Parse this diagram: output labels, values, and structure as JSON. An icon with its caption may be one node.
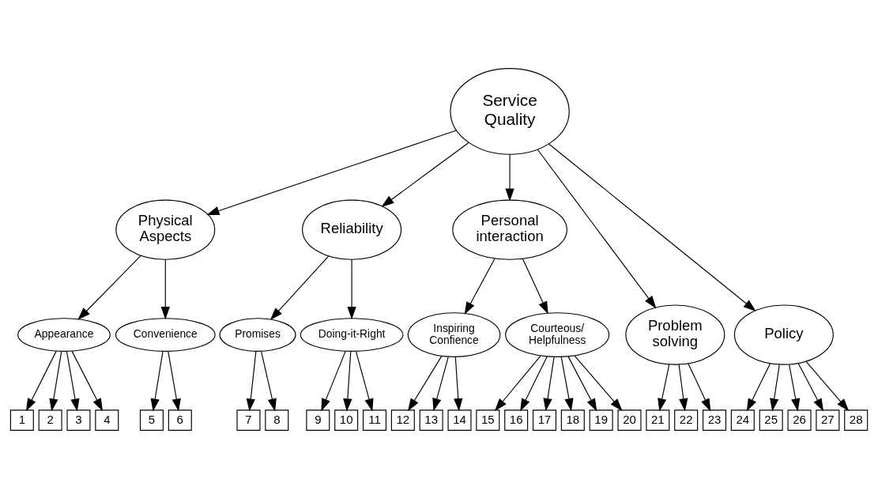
{
  "diagram": {
    "nodes": [
      {
        "text": [
          "Service Quality"
        ]
      },
      {
        "text": [
          "Physical Aspects"
        ]
      },
      {
        "text": [
          "Reliability"
        ]
      },
      {
        "text": [
          "Personal interaction"
        ]
      },
      {
        "text": [
          "Problem solving"
        ]
      },
      {
        "text": [
          "Policy"
        ]
      },
      {
        "text": [
          "Appearance"
        ]
      },
      {
        "text": [
          "Convenience"
        ]
      },
      {
        "text": [
          "Promises"
        ]
      },
      {
        "text": [
          "Doing-it-Right"
        ]
      },
      {
        "text": [
          "Inspiring Confience"
        ]
      },
      {
        "text": [
          "Courteous/ Helpfulness"
        ]
      },
      {
        "text": [
          "1"
        ]
      },
      {
        "text": [
          "2"
        ]
      },
      {
        "text": [
          "3"
        ]
      },
      {
        "text": [
          "4"
        ]
      },
      {
        "text": [
          "5"
        ]
      },
      {
        "text": [
          "6"
        ]
      },
      {
        "text": [
          "7"
        ]
      },
      {
        "text": [
          "8"
        ]
      },
      {
        "text": [
          "9"
        ]
      },
      {
        "text": [
          "10"
        ]
      },
      {
        "text": [
          "11"
        ]
      },
      {
        "text": [
          "12"
        ]
      },
      {
        "text": [
          "13"
        ]
      },
      {
        "text": [
          "14"
        ]
      },
      {
        "text": [
          "15"
        ]
      },
      {
        "text": [
          "16"
        ]
      },
      {
        "text": [
          "17"
        ]
      },
      {
        "text": [
          "18"
        ]
      },
      {
        "text": [
          "19"
        ]
      },
      {
        "text": [
          "20"
        ]
      },
      {
        "text": [
          "21"
        ]
      },
      {
        "text": [
          "22"
        ]
      },
      {
        "text": [
          "23"
        ]
      },
      {
        "text": [
          "24"
        ]
      },
      {
        "text": [
          "25"
        ]
      },
      {
        "text": [
          "26"
        ]
      },
      {
        "text": [
          "27"
        ]
      },
      {
        "text": [
          "28"
        ]
      }
    ],
    "edges": [
      {
        "from": 0,
        "to": 1,
        "arrow": "to"
      },
      {
        "from": 0,
        "to": 2,
        "arrow": "to"
      },
      {
        "from": 0,
        "to": 3,
        "arrow": "to"
      },
      {
        "from": 0,
        "to": 4,
        "arrow": "to"
      },
      {
        "from": 0,
        "to": 5,
        "arrow": "to"
      },
      {
        "from": 1,
        "to": 6,
        "arrow": "to"
      },
      {
        "from": 1,
        "to": 7,
        "arrow": "to"
      },
      {
        "from": 2,
        "to": 8,
        "arrow": "to"
      },
      {
        "from": 2,
        "to": 9,
        "arrow": "to"
      },
      {
        "from": 3,
        "to": 10,
        "arrow": "to"
      },
      {
        "from": 3,
        "to": 11,
        "arrow": "to"
      },
      {
        "from": 6,
        "to": 12,
        "arrow": "to"
      },
      {
        "from": 6,
        "to": 13,
        "arrow": "to"
      },
      {
        "from": 6,
        "to": 14,
        "arrow": "to"
      },
      {
        "from": 6,
        "to": 15,
        "arrow": "to"
      },
      {
        "from": 7,
        "to": 16,
        "arrow": "to"
      },
      {
        "from": 7,
        "to": 17,
        "arrow": "to"
      },
      {
        "from": 8,
        "to": 18,
        "arrow": "to"
      },
      {
        "from": 8,
        "to": 19,
        "arrow": "to"
      },
      {
        "from": 9,
        "to": 20,
        "arrow": "to"
      },
      {
        "from": 9,
        "to": 21,
        "arrow": "to"
      },
      {
        "from": 9,
        "to": 22,
        "arrow": "to"
      },
      {
        "from": 10,
        "to": 23,
        "arrow": "to"
      },
      {
        "from": 10,
        "to": 24,
        "arrow": "to"
      },
      {
        "from": 10,
        "to": 25,
        "arrow": "to"
      },
      {
        "from": 11,
        "to": 26,
        "arrow": "to"
      },
      {
        "from": 11,
        "to": 27,
        "arrow": "to"
      },
      {
        "from": 11,
        "to": 28,
        "arrow": "to"
      },
      {
        "from": 11,
        "to": 29,
        "arrow": "to"
      },
      {
        "from": 11,
        "to": 30,
        "arrow": "to"
      },
      {
        "from": 11,
        "to": 31,
        "arrow": "to"
      },
      {
        "from": 4,
        "to": 32,
        "arrow": "to"
      },
      {
        "from": 4,
        "to": 33,
        "arrow": "to"
      },
      {
        "from": 4,
        "to": 34,
        "arrow": "to"
      },
      {
        "from": 5,
        "to": 35,
        "arrow": "to"
      },
      {
        "from": 5,
        "to": 36,
        "arrow": "to"
      },
      {
        "from": 5,
        "to": 37,
        "arrow": "to"
      },
      {
        "from": 5,
        "to": 38,
        "arrow": "to"
      },
      {
        "from": 5,
        "to": 39,
        "arrow": "to"
      }
    ]
  }
}
